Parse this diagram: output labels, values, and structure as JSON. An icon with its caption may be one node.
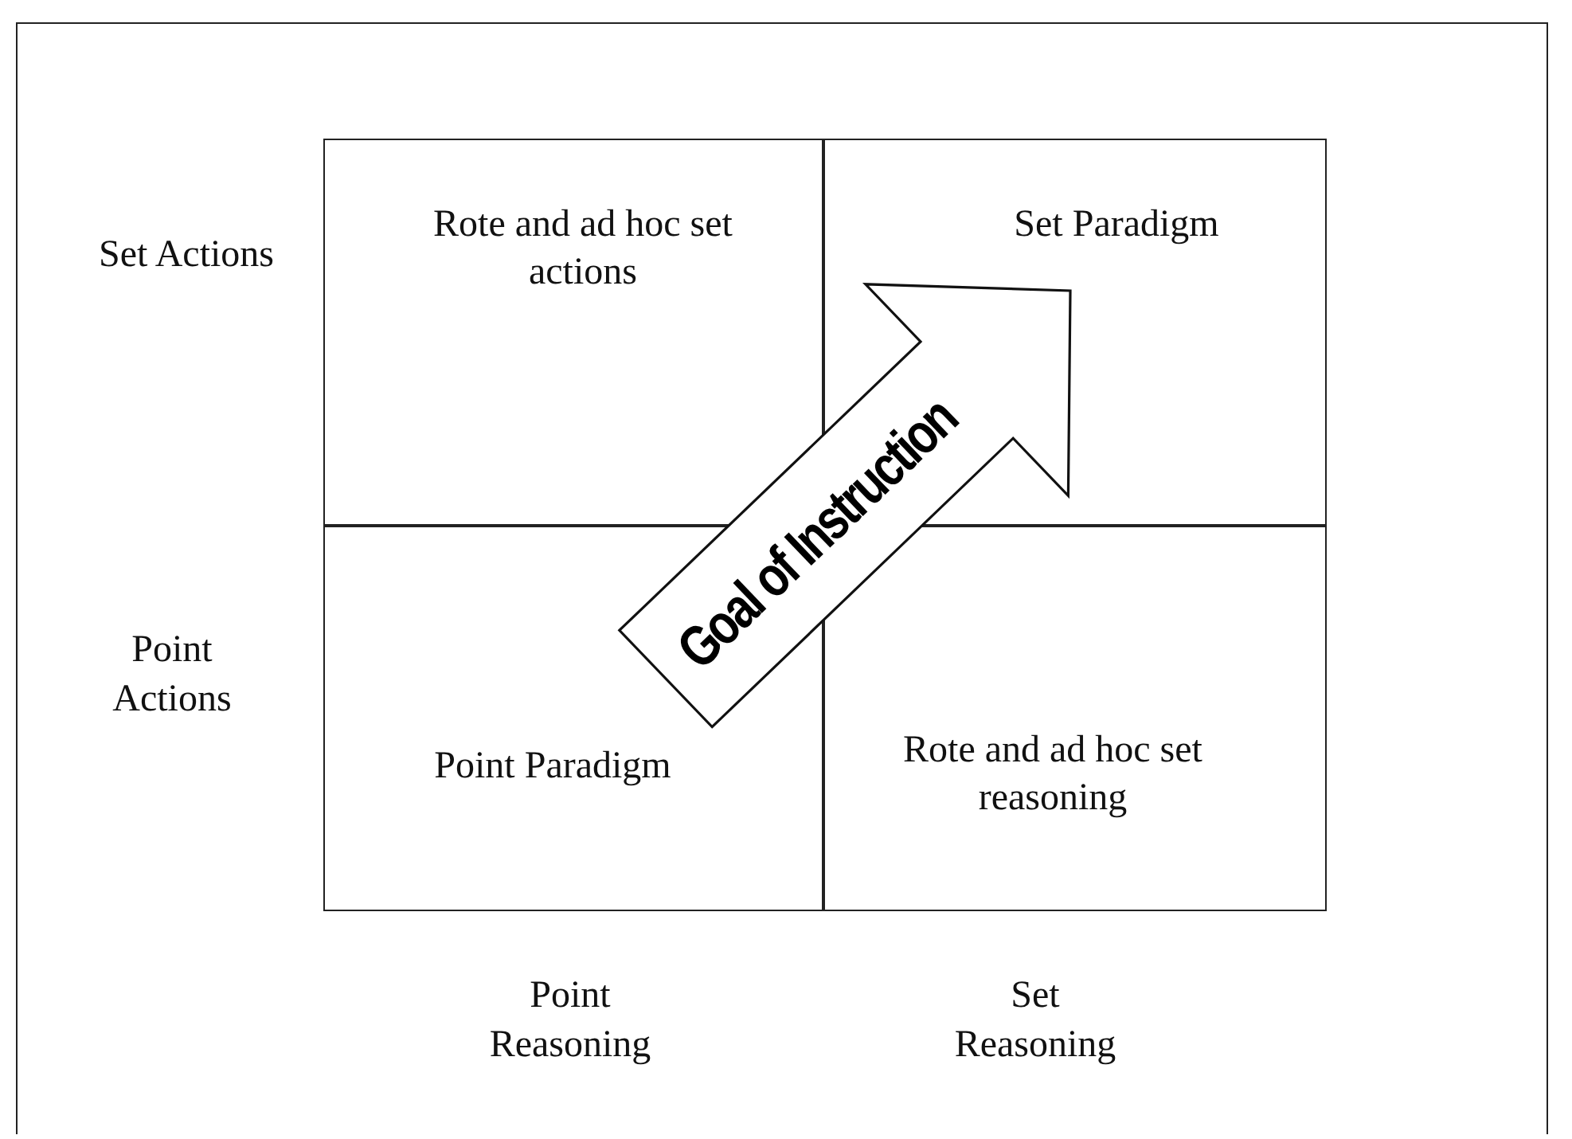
{
  "diagram": {
    "nodes": [
      {
        "text": [
          "Rote and ad hoc set actions"
        ]
      },
      {
        "text": [
          "Set Paradigm"
        ]
      },
      {
        "text": [
          "Point Paradigm"
        ]
      },
      {
        "text": [
          "Rote and ad hoc set reasoning"
        ]
      }
    ],
    "edges": [
      {
        "from": 2,
        "to": 1,
        "arrow": "to",
        "label": "Goal of Instruction",
        "style": "thick"
      }
    ],
    "labels": [
      "Set Actions",
      "Point Actions",
      "Point Reasoning",
      "Set Reasoning"
    ]
  }
}
